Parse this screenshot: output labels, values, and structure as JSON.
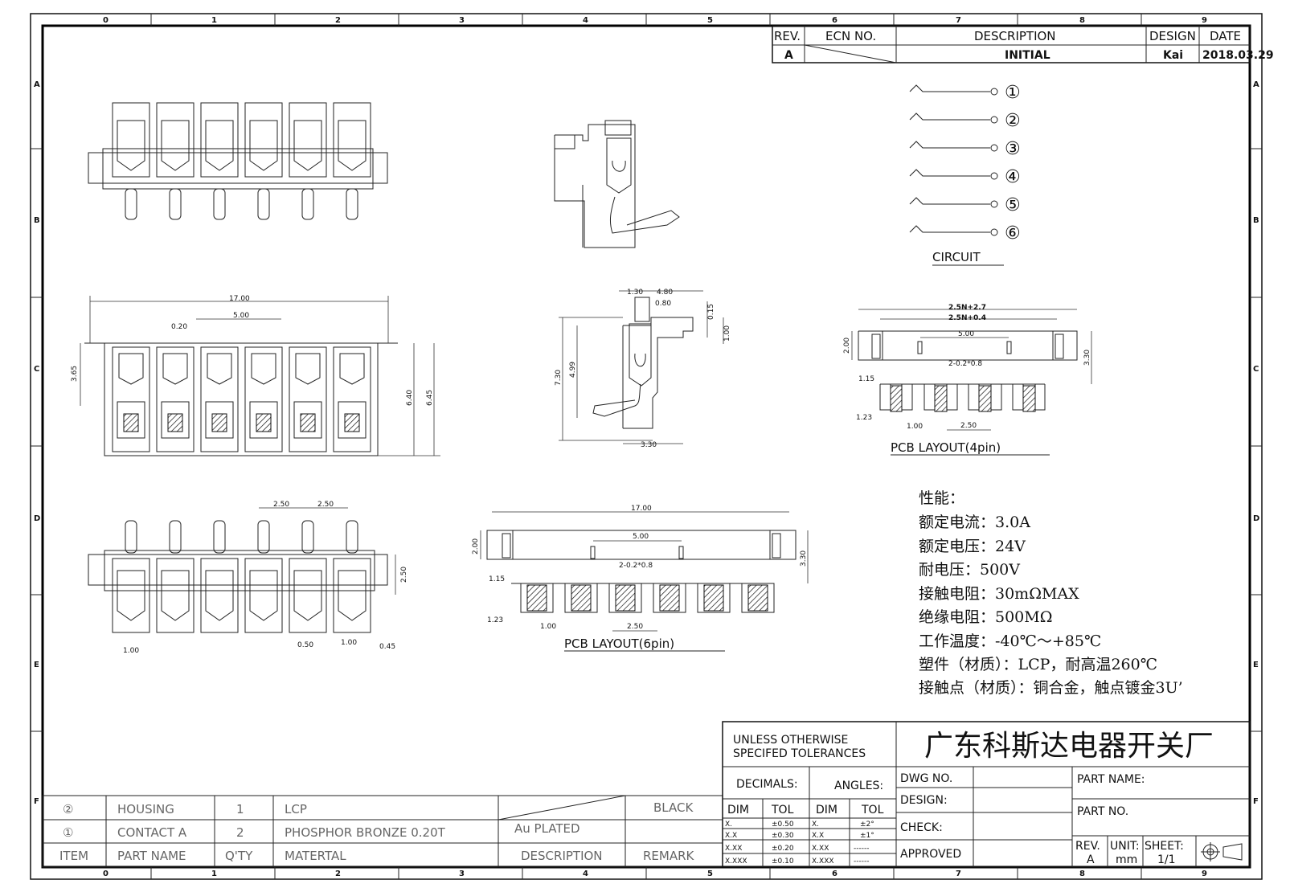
{
  "revision_table": {
    "headers": [
      "REV.",
      "ECN NO.",
      "DESCRIPTION",
      "DESIGN",
      "DATE"
    ],
    "row": {
      "rev": "A",
      "description": "INITIAL",
      "design": "Kai",
      "date": "2018.03.29"
    }
  },
  "zones": {
    "columns": [
      "0",
      "1",
      "2",
      "3",
      "4",
      "5",
      "6",
      "7",
      "8",
      "9"
    ],
    "rows": [
      "A",
      "B",
      "C",
      "D",
      "E",
      "F"
    ]
  },
  "circuit": {
    "title": "CIRCUIT",
    "pins": [
      "①",
      "②",
      "③",
      "④",
      "⑤",
      "⑥"
    ]
  },
  "front_view": {
    "dims": {
      "overall": "17.00",
      "pitch2": "5.00",
      "gap": "0.20",
      "left_height": "3.65",
      "right_height1": "6.40",
      "right_height2": "6.45"
    }
  },
  "side_view": {
    "dims": {
      "top_a": "1.30",
      "top_b": "4.80",
      "top_c": "0.80",
      "right_a": "0.15",
      "right_b": "1.00",
      "left_outer": "7.30",
      "left_inner": "4.99",
      "bottom": "3.30"
    }
  },
  "bottom_view": {
    "dims": {
      "pitch_a": "2.50",
      "pitch_b": "2.50",
      "height": "2.50",
      "width_a": "1.00",
      "gap": "0.50",
      "width_b": "1.00",
      "end": "0.45"
    }
  },
  "pcb4": {
    "title": "PCB LAYOUT(4pin)",
    "dims": {
      "top1": "2.5N+2.7",
      "top2": "2.5N+0.4",
      "holes": "5.00",
      "hole_note": "2-0.2*0.8",
      "left_h": "2.00",
      "right_h": "3.30",
      "offset": "1.15",
      "edge": "1.23",
      "pad": "1.00",
      "pitch": "2.50"
    }
  },
  "pcb6": {
    "title": "PCB LAYOUT(6pin)",
    "dims": {
      "overall": "17.00",
      "holes": "5.00",
      "hole_note": "2-0.2*0.8",
      "left_h": "2.00",
      "right_h": "3.30",
      "offset": "1.15",
      "edge": "1.23",
      "pad": "1.00",
      "pitch": "2.50"
    }
  },
  "specs": {
    "heading": "性能：",
    "lines": [
      "额定电流：3.0A",
      "额定电压：24V",
      "耐电压：500V",
      "接触电阻：30mΩMAX",
      "绝缘电阻：500MΩ",
      "工作温度：-40℃～+85℃",
      "塑件（材质）：LCP，耐高温260℃",
      "接触点（材质）：铜合金，触点镀金3U’"
    ]
  },
  "bom": {
    "rows": [
      {
        "item": "②",
        "part": "HOUSING",
        "qty": "1",
        "material": "LCP",
        "description": "",
        "remark": "BLACK"
      },
      {
        "item": "①",
        "part": "CONTACT A",
        "qty": "2",
        "material": "PHOSPHOR BRONZE 0.20T",
        "description": "Au PLATED",
        "remark": ""
      }
    ],
    "header": {
      "item": "ITEM",
      "part": "PART NAME",
      "qty": "Q'TY",
      "material": "MATERTAL",
      "description": "DESCRIPTION",
      "remark": "REMARK"
    }
  },
  "title_block": {
    "tolerance_note_1": "UNLESS OTHERWISE",
    "tolerance_note_2": "SPECIFED TOLERANCES",
    "company": "广东科斯达电器开关厂",
    "decimals": "DECIMALS:",
    "angles": "ANGLES:",
    "dim": "DIM",
    "tol": "TOL",
    "decimal_rows": [
      [
        "X.",
        "±0.50"
      ],
      [
        "X.X",
        "±0.30"
      ],
      [
        "X.XX",
        "±0.20"
      ],
      [
        "X.XXX",
        "±0.10"
      ]
    ],
    "angle_rows": [
      [
        "X.",
        "±2°"
      ],
      [
        "X.X",
        "±1°"
      ],
      [
        "X.XX",
        "------"
      ],
      [
        "X.XXX",
        "------"
      ]
    ],
    "dwg_no": "DWG NO.",
    "design": "DESIGN:",
    "check": "CHECK:",
    "approved": "APPROVED",
    "part_name": "PART NAME:",
    "part_no": "PART NO.",
    "rev_label": "REV.",
    "rev": "A",
    "unit_label": "UNIT:",
    "unit": "mm",
    "sheet_label": "SHEET:",
    "sheet": "1/1"
  }
}
